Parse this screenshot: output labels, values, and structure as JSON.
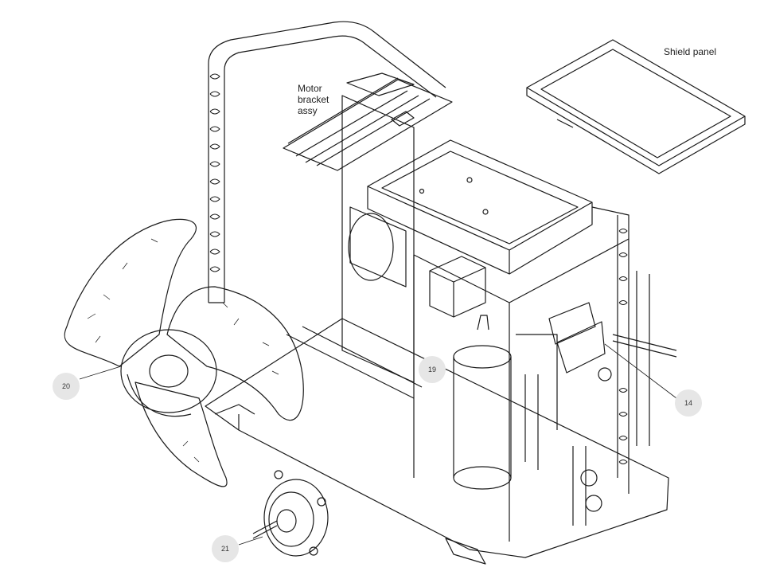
{
  "labels": {
    "motor_bracket": "Motor\nbracket\nassy",
    "shield_panel": "Shield panel"
  },
  "callouts": {
    "fan": "20",
    "compressor": "19",
    "valve": "14",
    "motor": "21"
  },
  "colors": {
    "line": "#1a1a1a",
    "callout_fill": "#e6e6e6",
    "background": "#ffffff"
  }
}
